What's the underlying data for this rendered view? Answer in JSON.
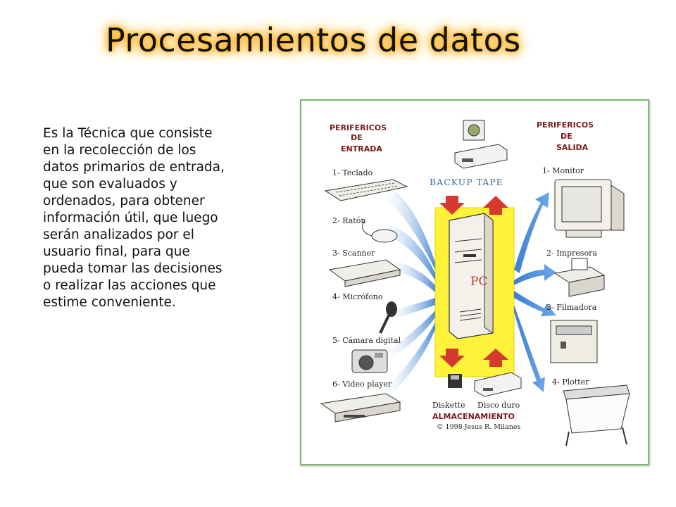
{
  "title": "Procesamientos de datos",
  "description_lines": [
    "Es la Técnica que consiste",
    "en la recolección de los",
    "datos primarios de entrada,",
    "que son evaluados y",
    "ordenados, para obtener",
    "información útil, que luego",
    "serán analizados por el",
    "usuario final, para que",
    "pueda tomar las decisiones",
    "o realizar las acciones que",
    "estime conveniente."
  ],
  "diagram": {
    "input_header": [
      "PERIFERICOS",
      "DE",
      "ENTRADA"
    ],
    "output_header": [
      "PERIFERICOS",
      "DE",
      "SALIDA"
    ],
    "inputs": [
      "1- Teclado",
      "2- Ratón",
      "3- Scanner",
      "4- Micrófono",
      "5- Cámara digital",
      "6- Video player"
    ],
    "outputs": [
      "1- Monitor",
      "2- Impresora",
      "3- Filmadora",
      "4- Plotter"
    ],
    "backup_label": "BACKUP TAPE",
    "pc_label": "PC",
    "storage_items": [
      "Diskette",
      "Disco duro"
    ],
    "storage_header": "ALMACENAMIENTO",
    "copyright": "© 1998 Jesus R. Milanes",
    "colors": {
      "arrow_blue": "#3b7fd0",
      "arrow_red": "#d63a2f",
      "center_yellow": "#fff23a",
      "border_green": "#7fb46f"
    }
  }
}
